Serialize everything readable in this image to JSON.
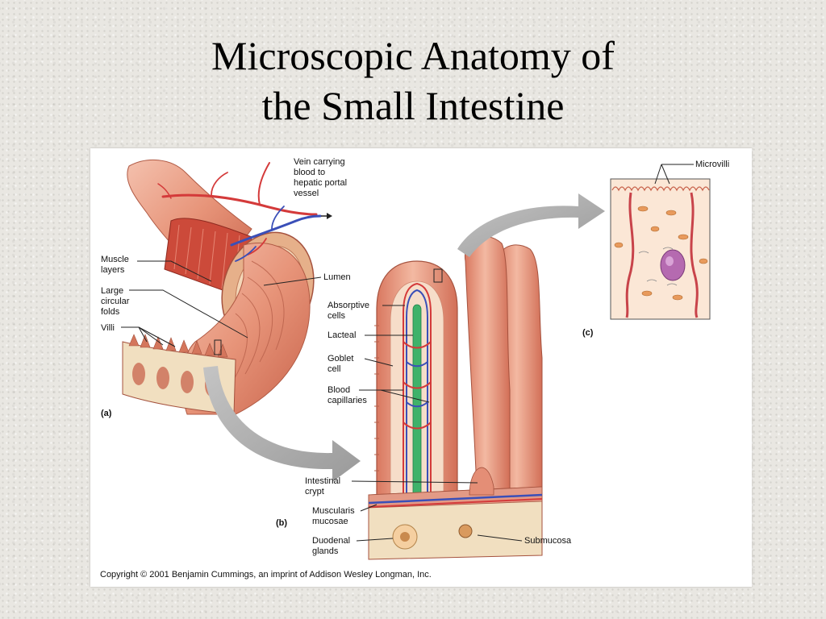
{
  "slide": {
    "title_line1": "Microscopic Anatomy of",
    "title_line2": "the Small Intestine"
  },
  "figure": {
    "panel_labels": {
      "a": "(a)",
      "b": "(b)",
      "c": "(c)"
    },
    "labels_a": {
      "vein_l1": "Vein carrying",
      "vein_l2": "blood to",
      "vein_l3": "hepatic portal",
      "vein_l4": "vessel",
      "muscle_l1": "Muscle",
      "muscle_l2": "layers",
      "folds_l1": "Large",
      "folds_l2": "circular",
      "folds_l3": "folds",
      "villi": "Villi",
      "lumen": "Lumen"
    },
    "labels_b": {
      "absorptive_l1": "Absorptive",
      "absorptive_l2": "cells",
      "lacteal": "Lacteal",
      "goblet_l1": "Goblet",
      "goblet_l2": "cell",
      "capillaries_l1": "Blood",
      "capillaries_l2": "capillaries",
      "crypt_l1": "Intestinal",
      "crypt_l2": "crypt",
      "muscularis_l1": "Muscularis",
      "muscularis_l2": "mucosae",
      "duodenal_l1": "Duodenal",
      "duodenal_l2": "glands",
      "submucosa": "Submucosa"
    },
    "labels_c": {
      "microvilli": "Microvilli"
    },
    "copyright": "Copyright © 2001 Benjamin Cummings, an imprint of Addison Wesley Longman, Inc.",
    "colors": {
      "tissue": "#e9a088",
      "tissue_dark": "#c8634c",
      "muscle": "#cc4a3a",
      "artery": "#d43a3a",
      "vein": "#3a4fb8",
      "lacteal": "#3fb26a",
      "submucosa": "#f1dfc0",
      "arrow": "#a8a8a8"
    }
  }
}
